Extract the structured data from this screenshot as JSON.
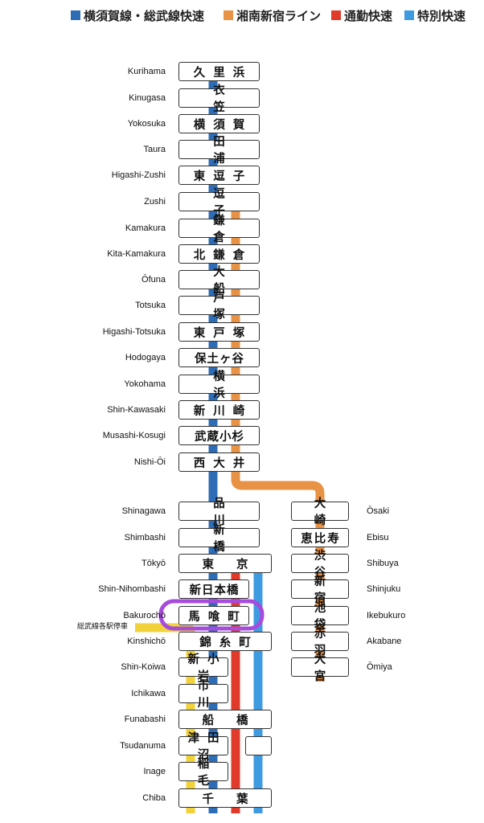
{
  "legend": [
    {
      "label": "横須賀線・総武線快速",
      "color": "#2e6db5"
    },
    {
      "label": "湘南新宿ライン",
      "color": "#e89245"
    },
    {
      "label": "通勤快速",
      "color": "#e03a2b"
    },
    {
      "label": "特別快速",
      "color": "#3e9be0"
    }
  ],
  "colors": {
    "yokosuka": "#2e6db5",
    "shonan": "#e89245",
    "commuter": "#e03a2b",
    "special": "#3e9be0",
    "local": "#f1d23a",
    "highlight": "#a64bdc"
  },
  "main_stations": [
    {
      "ja": "久里浜",
      "en": "Kurihama"
    },
    {
      "ja": "衣笠",
      "en": "Kinugasa"
    },
    {
      "ja": "横須賀",
      "en": "Yokosuka"
    },
    {
      "ja": "田浦",
      "en": "Taura"
    },
    {
      "ja": "東逗子",
      "en": "Higashi-Zushi"
    },
    {
      "ja": "逗子",
      "en": "Zushi"
    },
    {
      "ja": "鎌倉",
      "en": "Kamakura"
    },
    {
      "ja": "北鎌倉",
      "en": "Kita-Kamakura"
    },
    {
      "ja": "大船",
      "en": "Ōfuna"
    },
    {
      "ja": "戸塚",
      "en": "Totsuka"
    },
    {
      "ja": "東戸塚",
      "en": "Higashi-Totsuka"
    },
    {
      "ja": "保土ヶ谷",
      "en": "Hodogaya"
    },
    {
      "ja": "横浜",
      "en": "Yokohama"
    },
    {
      "ja": "新川崎",
      "en": "Shin-Kawasaki"
    },
    {
      "ja": "武蔵小杉",
      "en": "Musashi-Kosugi"
    },
    {
      "ja": "西大井",
      "en": "Nishi-Ōi"
    },
    {
      "ja": "品川",
      "en": "Shinagawa"
    },
    {
      "ja": "新橋",
      "en": "Shimbashi"
    },
    {
      "ja": "東京",
      "en": "Tōkyō"
    },
    {
      "ja": "新日本橋",
      "en": "Shin-Nihombashi"
    },
    {
      "ja": "馬喰町",
      "en": "Bakurochō"
    },
    {
      "ja": "錦糸町",
      "en": "Kinshichō"
    },
    {
      "ja": "新小岩",
      "en": "Shin-Koiwa"
    },
    {
      "ja": "市川",
      "en": "Ichikawa"
    },
    {
      "ja": "船橋",
      "en": "Funabashi"
    },
    {
      "ja": "津田沼",
      "en": "Tsudanuma"
    },
    {
      "ja": "稲毛",
      "en": "Inage"
    },
    {
      "ja": "千葉",
      "en": "Chiba"
    }
  ],
  "branch_stations": [
    {
      "ja": "大崎",
      "en": "Ōsaki"
    },
    {
      "ja": "恵比寿",
      "en": "Ebisu"
    },
    {
      "ja": "渋谷",
      "en": "Shibuya"
    },
    {
      "ja": "新宿",
      "en": "Shinjuku"
    },
    {
      "ja": "池袋",
      "en": "Ikebukuro"
    },
    {
      "ja": "赤羽",
      "en": "Akabane"
    },
    {
      "ja": "大宮",
      "en": "Ōmiya"
    }
  ],
  "local_note": "総武線各駅停車"
}
